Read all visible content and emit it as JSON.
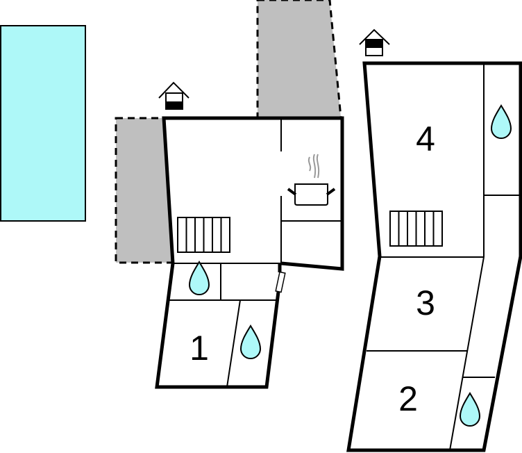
{
  "rooms": {
    "room_1": "1",
    "room_2": "2",
    "room_3": "3",
    "room_4": "4"
  },
  "icons": [
    "pool",
    "terrace",
    "entrance-house-icon",
    "stairs-icon",
    "bathroom-drop-icon",
    "kitchen-pot-icon",
    "door-icon"
  ],
  "colors": {
    "pool": "#aef8f8",
    "water_drop": "#aef8f8",
    "terrace": "#bfbfbf",
    "wall": "#000000",
    "steam": "#999999"
  }
}
